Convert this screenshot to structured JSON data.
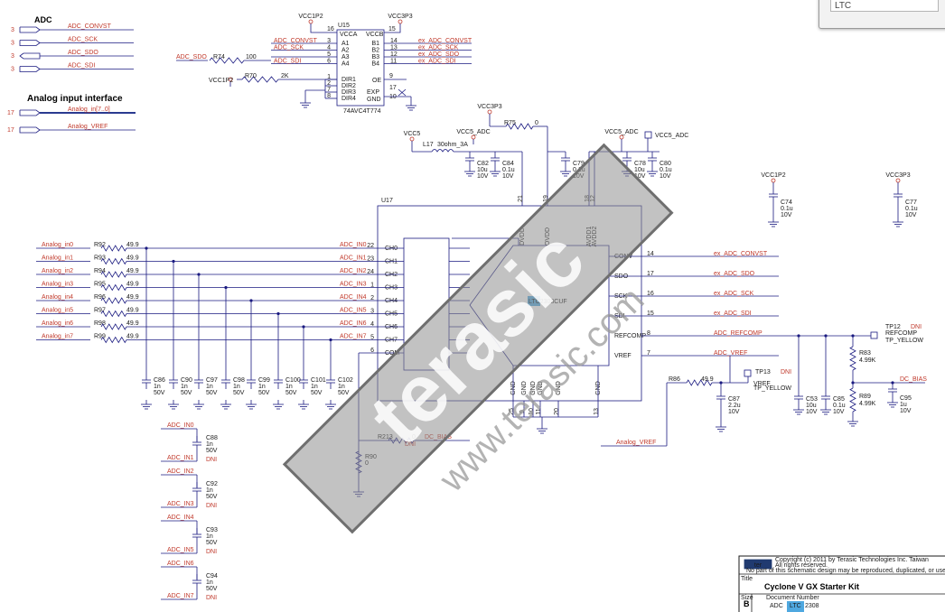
{
  "popup": {
    "field_text": "LTC"
  },
  "headings": {
    "adc": "ADC",
    "analog": "Analog input interface"
  },
  "left_ports": [
    {
      "num": "3",
      "net": "ADC_CONVST",
      "dir": "out"
    },
    {
      "num": "3",
      "net": "ADC_SCK",
      "dir": "out"
    },
    {
      "num": "3",
      "net": "ADC_SDO",
      "dir": "in"
    },
    {
      "num": "3",
      "net": "ADC_SDI",
      "dir": "out"
    }
  ],
  "analog_ports": [
    {
      "num": "17",
      "net": "Analog_in[7..0]"
    },
    {
      "num": "17",
      "net": "Analog_VREF"
    }
  ],
  "u15": {
    "ref": "U15",
    "part": "74AVC4T774",
    "vcca_pin": "16",
    "vcca": "VCCA",
    "vccb": "VCCB",
    "vccb_pin": "15",
    "left_pins": [
      {
        "num": "3",
        "name": "A1",
        "net": "ADC_CONVST"
      },
      {
        "num": "4",
        "name": "A2",
        "net": "ADC_SCK"
      },
      {
        "num": "5",
        "name": "A3",
        "net": ""
      },
      {
        "num": "6",
        "name": "A4",
        "net": "ADC_SDI"
      }
    ],
    "right_pins": [
      {
        "num": "14",
        "name": "B1",
        "net": "ex_ADC_CONVST"
      },
      {
        "num": "13",
        "name": "B2",
        "net": "ex_ADC_SCK"
      },
      {
        "num": "12",
        "name": "B3",
        "net": "ex_ADC_SDO"
      },
      {
        "num": "11",
        "name": "B4",
        "net": "ex_ADC_SDI"
      }
    ],
    "dir_pins": [
      {
        "num": "1",
        "name": "DIR1"
      },
      {
        "num": "2",
        "name": "DIR2"
      },
      {
        "num": "7",
        "name": "DIR3"
      },
      {
        "num": "8",
        "name": "DIR4"
      }
    ],
    "oe": {
      "num": "9",
      "name": "OE"
    },
    "exp": {
      "num": "17",
      "name": "EXP"
    },
    "gnd": {
      "num": "10",
      "name": "GND"
    },
    "sdo_net": "ADC_SDO",
    "r74": {
      "ref": "R74",
      "value": "100"
    },
    "r70": {
      "ref": "R70",
      "value": "2K",
      "supply": "VCC1P2"
    }
  },
  "supplies": {
    "vcc1p2_top": "VCC1P2",
    "vcc3p3_top": "VCC3P3",
    "vcc3p3_r75": "VCC3P3",
    "vcc5": "VCC5",
    "vcc5_adc_a": "VCC5_ADC",
    "vcc5_adc_b": "VCC5_ADC",
    "vcc5_adc_test": "VCC5_ADC",
    "vcc1p2_c74": "VCC1P2",
    "vcc3p3_c77": "VCC3P3"
  },
  "l17": {
    "ref": "L17",
    "value": "30ohm_3A"
  },
  "r75": {
    "ref": "R75",
    "value": "0"
  },
  "top_caps": [
    {
      "ref": "C82",
      "value": "10u",
      "volt": "10V"
    },
    {
      "ref": "C84",
      "value": "0.1u",
      "volt": "10V"
    },
    {
      "ref": "C79",
      "value": "0.1u",
      "volt": "10V"
    },
    {
      "ref": "C78",
      "value": "10u",
      "volt": "10V"
    },
    {
      "ref": "C80",
      "value": "0.1u",
      "volt": "10V"
    },
    {
      "ref": "C74",
      "value": "0.1u",
      "volt": "10V"
    },
    {
      "ref": "C77",
      "value": "0.1u",
      "volt": "10V"
    }
  ],
  "u17": {
    "ref": "U17",
    "part": "LTC2308CUF",
    "top_pins": [
      {
        "num": "21",
        "name": "DVDD"
      },
      {
        "num": "19",
        "name": "OVDD"
      },
      {
        "num": "18",
        "name": "AVDD1"
      },
      {
        "num": "12",
        "name": "AVDD2"
      }
    ],
    "ch_pins": [
      {
        "num": "22",
        "name": "CH0"
      },
      {
        "num": "23",
        "name": "CH1"
      },
      {
        "num": "24",
        "name": "CH2"
      },
      {
        "num": "1",
        "name": "CH3"
      },
      {
        "num": "2",
        "name": "CH4"
      },
      {
        "num": "3",
        "name": "CH5"
      },
      {
        "num": "4",
        "name": "CH6"
      },
      {
        "num": "5",
        "name": "CH7"
      },
      {
        "num": "6",
        "name": "COM"
      }
    ],
    "right_pins": [
      {
        "num": "14",
        "name": "CONV",
        "net": "ex_ADC_CONVST"
      },
      {
        "num": "17",
        "name": "SDO",
        "net": "ex_ADC_SDO"
      },
      {
        "num": "16",
        "name": "SCK",
        "net": "ex_ADC_SCK"
      },
      {
        "num": "15",
        "name": "SDI",
        "net": "ex_ADC_SDI"
      },
      {
        "num": "8",
        "name": "REFCOMP",
        "net": "ADC_REFCOMP"
      },
      {
        "num": "7",
        "name": "VREF",
        "net": "ADC_VREF"
      }
    ],
    "bottom_pins": [
      {
        "num": "25",
        "name": "GND"
      },
      {
        "num": "9",
        "name": "GND"
      },
      {
        "num": "10",
        "name": "GND"
      },
      {
        "num": "11",
        "name": "GND"
      },
      {
        "num": "20",
        "name": "GND"
      },
      {
        "num": "13",
        "name": "GND"
      }
    ]
  },
  "analog_inputs": [
    {
      "net": "Analog_in0",
      "res": "R92",
      "value": "49.9",
      "adc_net": "ADC_IN0"
    },
    {
      "net": "Analog_in1",
      "res": "R93",
      "value": "49.9",
      "adc_net": "ADC_IN1"
    },
    {
      "net": "Analog_in2",
      "res": "R94",
      "value": "49.9",
      "adc_net": "ADC_IN2"
    },
    {
      "net": "Analog_in3",
      "res": "R95",
      "value": "49.9",
      "adc_net": "ADC_IN3"
    },
    {
      "net": "Analog_in4",
      "res": "R96",
      "value": "49.9",
      "adc_net": "ADC_IN4"
    },
    {
      "net": "Analog_in5",
      "res": "R97",
      "value": "49.9",
      "adc_net": "ADC_IN5"
    },
    {
      "net": "Analog_in6",
      "res": "R98",
      "value": "49.9",
      "adc_net": "ADC_IN6"
    },
    {
      "net": "Analog_in7",
      "res": "R99",
      "value": "49.9",
      "adc_net": "ADC_IN7"
    }
  ],
  "filter_caps": [
    {
      "ref": "C86",
      "value": "1n",
      "volt": "50V"
    },
    {
      "ref": "C90",
      "value": "1n",
      "volt": "50V"
    },
    {
      "ref": "C97",
      "value": "1n",
      "volt": "50V"
    },
    {
      "ref": "C98",
      "value": "1n",
      "volt": "50V"
    },
    {
      "ref": "C99",
      "value": "1n",
      "volt": "50V"
    },
    {
      "ref": "C100",
      "value": "1n",
      "volt": "50V"
    },
    {
      "ref": "C101",
      "value": "1n",
      "volt": "50V"
    },
    {
      "ref": "C102",
      "value": "1n",
      "volt": "50V"
    }
  ],
  "diff_caps": [
    {
      "top": "ADC_IN0",
      "ref": "C88",
      "value": "1n",
      "volt": "50V",
      "bottom": "ADC_IN1",
      "dni": "DNI"
    },
    {
      "top": "ADC_IN2",
      "ref": "C92",
      "value": "1n",
      "volt": "50V",
      "bottom": "ADC_IN3",
      "dni": "DNI"
    },
    {
      "top": "ADC_IN4",
      "ref": "C93",
      "value": "1n",
      "volt": "50V",
      "bottom": "ADC_IN5",
      "dni": "DNI"
    },
    {
      "top": "ADC_IN6",
      "ref": "C94",
      "value": "1n",
      "volt": "50V",
      "bottom": "ADC_IN7",
      "dni": "DNI"
    }
  ],
  "com": {
    "r213": {
      "ref": "R213",
      "value": "0",
      "dni": "DNI"
    },
    "dc_bias": "DC_BIAS",
    "r90": {
      "ref": "R90",
      "value": "0"
    }
  },
  "refcomp": {
    "tp12": {
      "ref": "TP12",
      "dni": "DNI",
      "name": "REFCOMP",
      "part": "TP_YELLOW"
    },
    "c53": {
      "ref": "C53",
      "value": "10u",
      "volt": "10V"
    },
    "c85": {
      "ref": "C85",
      "value": "0.1u",
      "volt": "10V"
    },
    "r83": {
      "ref": "R83",
      "value": "4.99K"
    },
    "r89": {
      "ref": "R89",
      "value": "4.99K"
    },
    "dc_bias": "DC_BIAS",
    "c95": {
      "ref": "C95",
      "value": "1u",
      "volt": "10V"
    }
  },
  "vref": {
    "tp13": {
      "ref": "TP13",
      "dni": "DNI",
      "name": "VREF",
      "part": "TP_YELLOW"
    },
    "r86": {
      "ref": "R86",
      "value": "49.9"
    },
    "c87": {
      "ref": "C87",
      "value": "2.2u",
      "volt": "10V"
    },
    "analog_vref": "Analog_VREF"
  },
  "watermark": {
    "brand": "terasic",
    "url": "www.terasic.com"
  },
  "title_block": {
    "copyright": "Copyright (c) 2011 by Terasic Technologies Inc. Taiwan",
    "rights": "All rights reserved.",
    "notice": "No part of this schematic design may be reproduced, duplicated, or used without the prior written permission of Terasic",
    "title_label": "Title",
    "title": "Cyclone V GX Starter Kit",
    "size_label": "Size",
    "size": "B",
    "doc_label": "Document Number",
    "doc_prefix": "ADC",
    "doc_highlight": "LTC",
    "doc_suffix": "2308"
  }
}
